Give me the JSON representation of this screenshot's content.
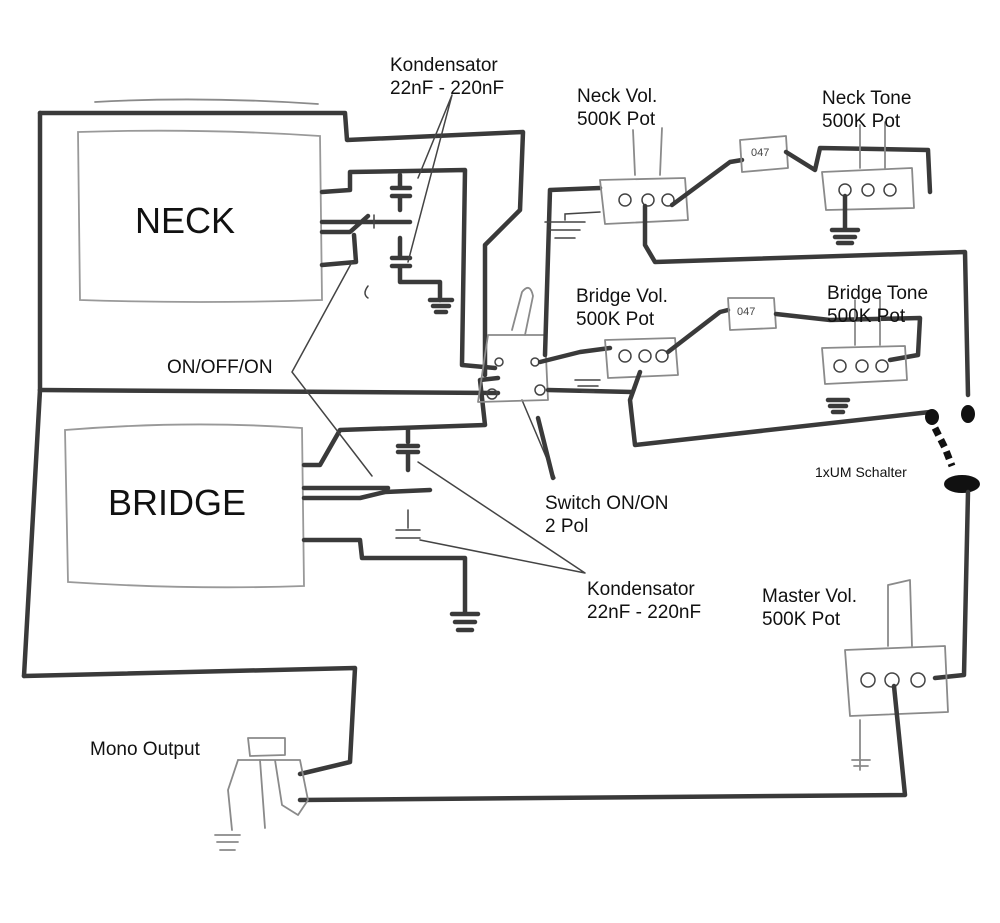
{
  "pickups": {
    "neck": "NECK",
    "bridge": "BRIDGE"
  },
  "labels": {
    "kondensator_top": [
      "Kondensator",
      "22nF - 220nF"
    ],
    "kondensator_bottom": [
      "Kondensator",
      "22nF - 220nF"
    ],
    "on_off_on": "ON/OFF/ON",
    "switch": [
      "Switch ON/ON",
      "2 Pol"
    ],
    "neck_vol": [
      "Neck Vol.",
      "500K Pot"
    ],
    "neck_tone": [
      "Neck Tone",
      "500K Pot"
    ],
    "bridge_vol": [
      "Bridge Vol.",
      "500K Pot"
    ],
    "bridge_tone": [
      "Bridge Tone",
      "500K Pot"
    ],
    "um_switch": "1xUM Schalter",
    "master_vol": [
      "Master Vol.",
      "500K Pot"
    ],
    "mono_output": "Mono Output"
  },
  "cap_values": {
    "neck_tone_cap": "047",
    "bridge_tone_cap": "047"
  }
}
